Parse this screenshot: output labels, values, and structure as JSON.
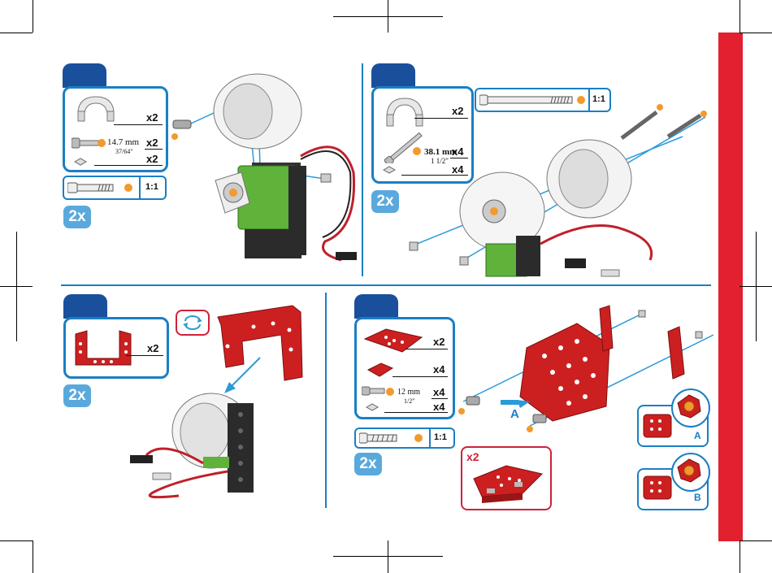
{
  "colors": {
    "blue": "#1a7fc4",
    "dark_blue": "#1a4f9c",
    "red": "#d0213a",
    "orange": "#f29a2e",
    "green": "#5fb23a",
    "light_blue": "#5aa9dc"
  },
  "badges": {
    "repeat": "2x"
  },
  "step1": {
    "qty_a": "x2",
    "qty_b": "x2",
    "qty_c": "x2",
    "dim_mm": "14.7 mm",
    "dim_in": "37/64\"",
    "scale": "1:1"
  },
  "step2": {
    "qty_a": "x2",
    "qty_b": "x4",
    "qty_c": "x4",
    "dim_mm": "38.1 mm",
    "dim_in": "1 1/2\"",
    "scale": "1:1"
  },
  "step3": {
    "qty_a": "x2"
  },
  "step4": {
    "qty_a": "x2",
    "qty_b": "x4",
    "qty_c": "x4",
    "qty_d": "x4",
    "dim_mm": "12 mm",
    "dim_in": "1/2\"",
    "scale": "1:1",
    "arrow_label": "A",
    "detail_a": "A",
    "detail_b": "B",
    "x2_label": "x2"
  }
}
